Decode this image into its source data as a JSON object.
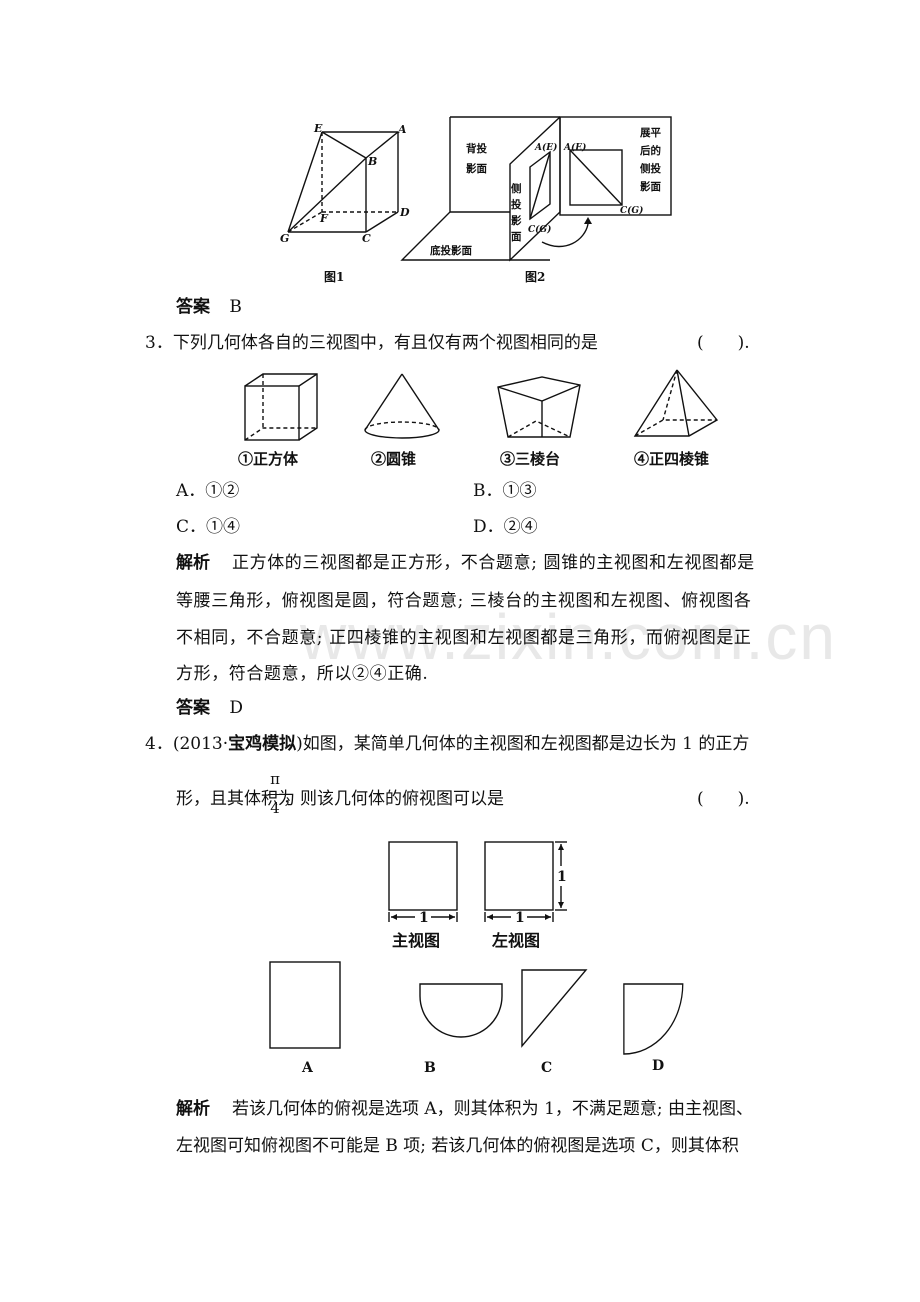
{
  "watermark": "www.zixin.com.cn",
  "fig_top": {
    "fig1": {
      "caption": "图1",
      "labels": {
        "E": "E",
        "A": "A",
        "B": "B",
        "F": "F",
        "D": "D",
        "G": "G",
        "C": "C"
      }
    },
    "fig2": {
      "caption": "图2",
      "back_label": "背投\n影面",
      "side_label": "侧\n投\n影\n面",
      "bottom_label": "底投影面",
      "unfold_label": "展平\n后的\n侧投\n影面",
      "pt_ae": "A(E)",
      "pt_cg": "C(G)"
    }
  },
  "answer_prev": {
    "label": "答案",
    "value": "B"
  },
  "q3": {
    "stem": "3．下列几何体各自的三视图中，有且仅有两个视图相同的是",
    "blank": "(　　).",
    "shapes": [
      "①正方体",
      "②圆锥",
      "③三棱台",
      "④正四棱锥"
    ],
    "options": {
      "A": "A．①②",
      "B": "B．①③",
      "C": "C．①④",
      "D": "D．②④"
    },
    "analysis_label": "解析",
    "analysis_lines": [
      "正方体的三视图都是正方形，不合题意; 圆锥的主视图和左视图都是",
      "等腰三角形，俯视图是圆，符合题意; 三棱台的主视图和左视图、俯视图各",
      "不相同，不合题意; 正四棱锥的主视图和左视图都是三角形，而俯视图是正",
      "方形，符合题意，所以②④正确."
    ],
    "answer_label": "答案",
    "answer_value": "D"
  },
  "q4": {
    "stem_line1_prefix": "4．(2013·",
    "stem_line1_source": "宝鸡模拟",
    "stem_line1_rest": ")如图，某简单几何体的主视图和左视图都是边长为 1 的正方",
    "stem_line2_a": "形，且其体积为",
    "frac_num": "π",
    "frac_den": "4",
    "stem_line2_b": "，则该几何体的俯视图可以是",
    "blank": "(　　).",
    "front_caption": "主视图",
    "left_caption": "左视图",
    "dim": "1",
    "option_captions": [
      "A",
      "B",
      "C",
      "D"
    ],
    "analysis_label": "解析",
    "analysis_lines": [
      "若该几何体的俯视是选项 A，则其体积为 1，不满足题意; 由主视图、",
      "左视图可知俯视图不可能是 B 项; 若该几何体的俯视图是选项 C，则其体积"
    ]
  }
}
